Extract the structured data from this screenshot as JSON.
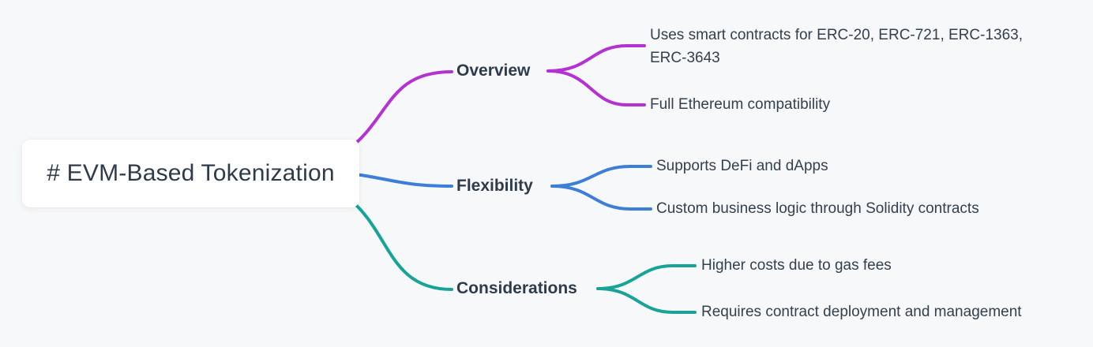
{
  "canvas": {
    "background": "#f7f8fa",
    "text_color": "#2e3b4a"
  },
  "root": {
    "label": "# EVM-Based Tokenization"
  },
  "branches": [
    {
      "id": "overview",
      "label": "Overview",
      "color": "#b431d2",
      "children": [
        "Uses smart contracts for ERC-20, ERC-721, ERC-1363,\nERC-3643",
        "Full Ethereum compatibility"
      ]
    },
    {
      "id": "flexibility",
      "label": "Flexibility",
      "color": "#3d7ed8",
      "children": [
        "Supports DeFi and dApps",
        "Custom business logic through Solidity contracts"
      ]
    },
    {
      "id": "considerations",
      "label": "Considerations",
      "color": "#17a398",
      "children": [
        "Higher costs due to gas fees",
        "Requires contract deployment and management"
      ]
    }
  ]
}
